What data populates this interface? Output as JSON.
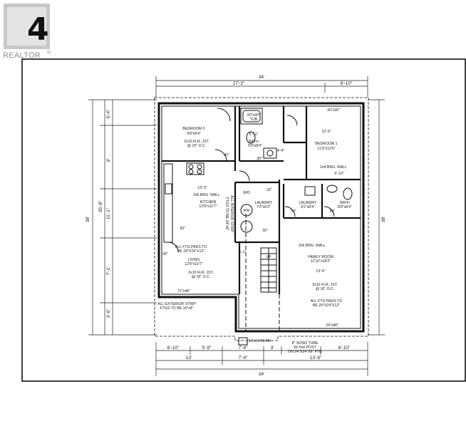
{
  "watermark": {
    "brand_text": "REALTOR",
    "trademark": "®",
    "handwritten_mark": "4"
  },
  "plan": {
    "overall_dims": {
      "top_width": "34'",
      "top_left_segment": "27'-2\"",
      "top_right_segment": "6'-10\"",
      "left_height": "38'",
      "left_segment_upper": "35'-8\"",
      "left_segment_a": "5'-4\"",
      "left_segment_b": "9'",
      "left_segment_c": "11'-1\"",
      "left_segment_d": "7'-1\"",
      "left_segment_e": "3'-6\"",
      "right_height": "38'",
      "bottom_seg_1": "6'-10\"",
      "bottom_seg_2": "5'-9\"",
      "bottom_seg_3": "7'-4\"",
      "bottom_seg_4": "3'",
      "bottom_seg_5": "6'-10\"",
      "bottom_mid_1": "13'",
      "bottom_mid_2": "7'-4\"",
      "bottom_mid_3": "13'-8\"",
      "bottom_total": "34'"
    },
    "rooms": {
      "bedroom2_name": "BEDROOM 2",
      "bedroom2_size": "9'8\"x9'4\"",
      "bedroom2_note": "2x10 FLR. JST.",
      "bedroom2_note2": "@ 16\" O.C.",
      "bath_name": "BATH",
      "bath_size": "5'8\"x8'4\"",
      "tub": "60\"x30\"",
      "tub_label": "TUB",
      "bath_dim": "5'-11\"",
      "bedroom1_name": "BEDROOM 1",
      "bedroom1_size": "11'3\"x12'6\"",
      "bedroom1_dim": "12'-6\"",
      "bedroom1_window": "30\"x30\"",
      "closet_dim": "6'-10\"",
      "kitchen_name": "KITCHEN",
      "kitchen_size": "12'8\"x11'7\"",
      "kitchen_dim": "13'-3\"",
      "brg_wall": "2x6 BRG. WALL",
      "brg_wall2": "2x6 BRG. WALL",
      "brg_wall3": "2x4 BRG. WALL",
      "laundry_name": "LAUNDRY",
      "laundry_size": "7'0\"x6'3\"",
      "laundry2_name": "LAUNDRY",
      "laundry2_size": "6'2\"x8'4\"",
      "bath2_name": "BATH",
      "bath2_size": "8'8\"x8'4\"",
      "living_name": "LIVING",
      "living_size": "12'9\"x10'7\"",
      "living_note": "2x10 FLR. JST.",
      "living_note2": "@ 16\" O.C.",
      "living_window": "72\"x48\"",
      "footing_note": "ALL FTG PADS TO",
      "footing_note2": "BE 24\"X24\"X12\"",
      "family_name": "FAMILY ROOM",
      "family_size": "11'10\"x18'2\"",
      "family_dim": "13'-4\"",
      "family_note": "2x10 FLR. JST.",
      "family_note2": "@ 16\" O.C.",
      "family_footing": "ALL FTG PADS TO",
      "family_footing2": "BE 24\"X24\"X12\"",
      "family_window": "24\"x48\"",
      "ext_strip": "ALL EXTERIOR STRIP",
      "ext_strip2": "FTGS TO BE 16\"x8\"",
      "int_strip": "ALL INTERIOR STRIP",
      "int_strip2": "FTGS TO BE 24\"x8\"",
      "beam": "3-2x10 BEAM",
      "sono": "8\" SONO TUBE",
      "sono2": "W/ 6x6 POST",
      "sono3": "ON 24\"X24\"X8\" FTG",
      "wh": "WH",
      "wd": "W/D",
      "up": "UP",
      "dim_30": "30\"",
      "dim_32": "32\"",
      "dim_36": "36\"",
      "dim_3_7": "3'-7\"",
      "dim_4_4": "4'-4\""
    }
  }
}
